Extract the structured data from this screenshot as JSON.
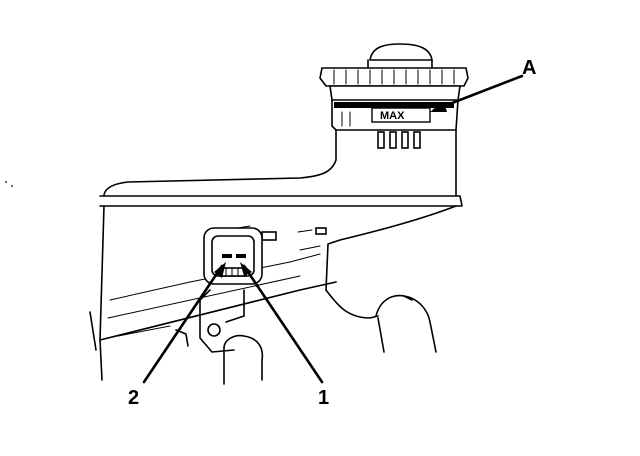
{
  "diagram": {
    "labels": {
      "a": "A",
      "one": "1",
      "two": "2",
      "max_mark": "MAX"
    },
    "colors": {
      "ink": "#000000",
      "background": "#ffffff"
    }
  }
}
